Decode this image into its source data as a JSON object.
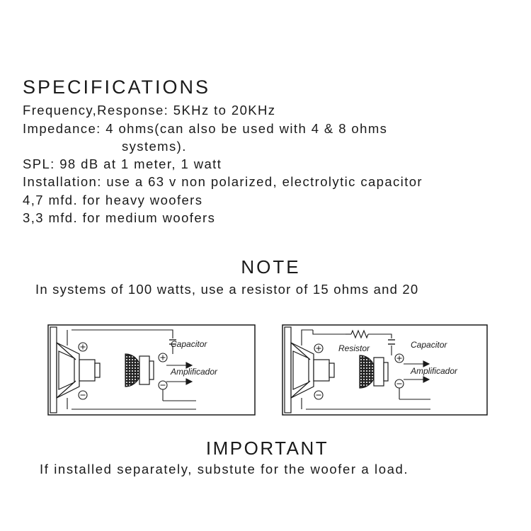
{
  "specifications": {
    "title": "SPECIFICATIONS",
    "lines": [
      "Frequency,Response: 5KHz to 20KHz",
      "Impedance: 4 ohms(can also be used with 4 & 8 ohms",
      "systems).",
      "SPL: 98 dB at 1 meter, 1 watt",
      "Installation: use a 63 v non polarized, electrolytic capacitor",
      "4,7 mfd. for heavy woofers",
      "3,3 mfd. for medium woofers"
    ]
  },
  "note": {
    "title": "NOTE",
    "text": "In systems of 100 watts, use a resistor of 15 ohms and 20"
  },
  "diagrams": {
    "left": {
      "capacitor": "Capacitor",
      "amplifier": "Amplificador"
    },
    "right": {
      "resistor": "Resistor",
      "capacitor": "Capacitor",
      "amplifier": "Amplificador"
    }
  },
  "important": {
    "title": "IMPORTANT",
    "text": "If installed separately, substute for the woofer a load."
  }
}
